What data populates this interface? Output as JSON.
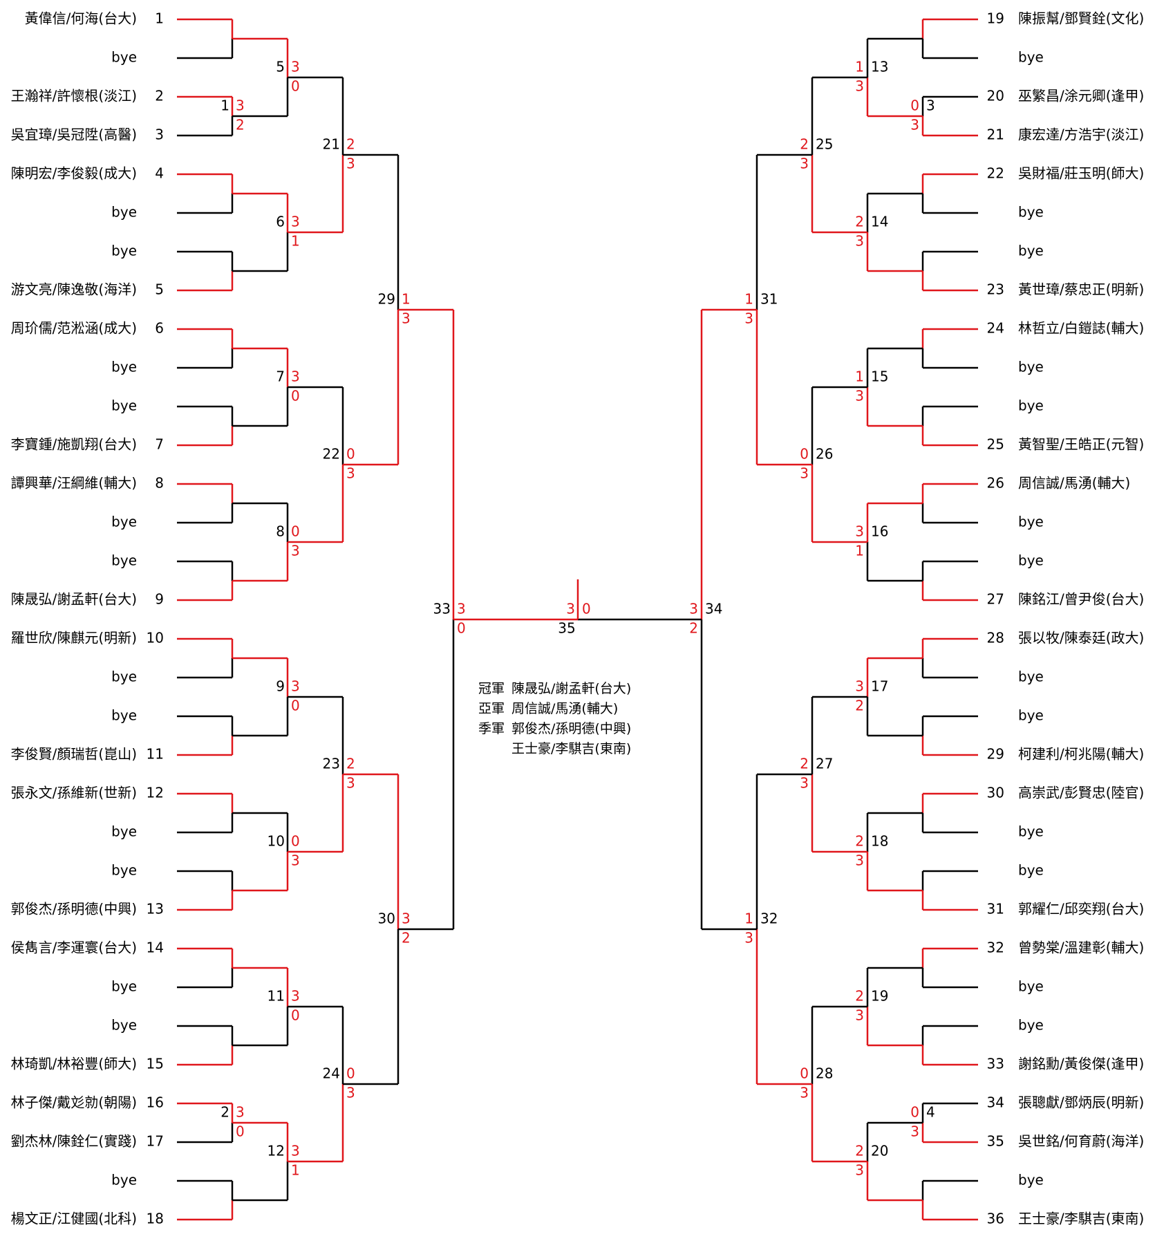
{
  "colors": {
    "winner_line": "#e0161b",
    "line": "#000000",
    "winner_score": "#e0161b",
    "loser_score": "#e0161b",
    "text": "#000000"
  },
  "left_players": [
    {
      "seed": "1",
      "name": "黃偉信/何海(台大)"
    },
    {
      "seed": "",
      "name": "bye"
    },
    {
      "seed": "2",
      "name": "王瀚祥/許懷根(淡江)"
    },
    {
      "seed": "3",
      "name": "吳宜璋/吳冠陞(高醫)"
    },
    {
      "seed": "4",
      "name": "陳明宏/李俊毅(成大)"
    },
    {
      "seed": "",
      "name": "bye"
    },
    {
      "seed": "",
      "name": "bye"
    },
    {
      "seed": "5",
      "name": "游文亮/陳逸敬(海洋)"
    },
    {
      "seed": "6",
      "name": "周玠儒/范淞涵(成大)"
    },
    {
      "seed": "",
      "name": "bye"
    },
    {
      "seed": "",
      "name": "bye"
    },
    {
      "seed": "7",
      "name": "李寶鍾/施凱翔(台大)"
    },
    {
      "seed": "8",
      "name": "譚興華/汪綱維(輔大)"
    },
    {
      "seed": "",
      "name": "bye"
    },
    {
      "seed": "",
      "name": "bye"
    },
    {
      "seed": "9",
      "name": "陳晟弘/謝孟軒(台大)"
    },
    {
      "seed": "10",
      "name": "羅世欣/陳麒元(明新)"
    },
    {
      "seed": "",
      "name": "bye"
    },
    {
      "seed": "",
      "name": "bye"
    },
    {
      "seed": "11",
      "name": "李俊賢/顏瑞哲(崑山)"
    },
    {
      "seed": "12",
      "name": "張永文/孫維新(世新)"
    },
    {
      "seed": "",
      "name": "bye"
    },
    {
      "seed": "",
      "name": "bye"
    },
    {
      "seed": "13",
      "name": "郭俊杰/孫明德(中興)"
    },
    {
      "seed": "14",
      "name": "侯雋言/李運寰(台大)"
    },
    {
      "seed": "",
      "name": "bye"
    },
    {
      "seed": "",
      "name": "bye"
    },
    {
      "seed": "15",
      "name": "林琦凱/林裕豐(師大)"
    },
    {
      "seed": "16",
      "name": "林子傑/戴彣勍(朝陽)"
    },
    {
      "seed": "17",
      "name": "劉杰林/陳銓仁(實踐)"
    },
    {
      "seed": "",
      "name": "bye"
    },
    {
      "seed": "18",
      "name": "楊文正/江健國(北科)"
    }
  ],
  "right_players": [
    {
      "seed": "19",
      "name": "陳振幫/鄧賢銓(文化)"
    },
    {
      "seed": "",
      "name": "bye"
    },
    {
      "seed": "20",
      "name": "巫繁昌/涂元卿(逢甲)"
    },
    {
      "seed": "21",
      "name": "康宏達/方浩宇(淡江)"
    },
    {
      "seed": "22",
      "name": "吳財福/莊玉明(師大)"
    },
    {
      "seed": "",
      "name": "bye"
    },
    {
      "seed": "",
      "name": "bye"
    },
    {
      "seed": "23",
      "name": "黃世璋/蔡忠正(明新)"
    },
    {
      "seed": "24",
      "name": "林哲立/白鎧誌(輔大)"
    },
    {
      "seed": "",
      "name": "bye"
    },
    {
      "seed": "",
      "name": "bye"
    },
    {
      "seed": "25",
      "name": "黃智聖/王皓正(元智)"
    },
    {
      "seed": "26",
      "name": "周信誠/馬湧(輔大)"
    },
    {
      "seed": "",
      "name": "bye"
    },
    {
      "seed": "",
      "name": "bye"
    },
    {
      "seed": "27",
      "name": "陳銘江/曾尹俊(台大)"
    },
    {
      "seed": "28",
      "name": "張以牧/陳泰廷(政大)"
    },
    {
      "seed": "",
      "name": "bye"
    },
    {
      "seed": "",
      "name": "bye"
    },
    {
      "seed": "29",
      "name": "柯建利/柯兆陽(輔大)"
    },
    {
      "seed": "30",
      "name": "高崇武/彭賢忠(陸官)"
    },
    {
      "seed": "",
      "name": "bye"
    },
    {
      "seed": "",
      "name": "bye"
    },
    {
      "seed": "31",
      "name": "郭耀仁/邱奕翔(台大)"
    },
    {
      "seed": "32",
      "name": "曾勢棠/溫建彰(輔大)"
    },
    {
      "seed": "",
      "name": "bye"
    },
    {
      "seed": "",
      "name": "bye"
    },
    {
      "seed": "33",
      "name": "謝銘勳/黃俊傑(逢甲)"
    },
    {
      "seed": "34",
      "name": "張聰獻/鄧炳辰(明新)"
    },
    {
      "seed": "35",
      "name": "吳世銘/何育蔚(海洋)"
    },
    {
      "seed": "",
      "name": "bye"
    },
    {
      "seed": "36",
      "name": "王士豪/李騏吉(東南)"
    }
  ],
  "left_matches": [
    {
      "no": "1",
      "s1": "3",
      "s2": "2"
    },
    {
      "no": "2",
      "s1": "3",
      "s2": "0"
    },
    {
      "no": "5",
      "s1": "3",
      "s2": "0"
    },
    {
      "no": "6",
      "s1": "3",
      "s2": "1"
    },
    {
      "no": "7",
      "s1": "3",
      "s2": "0"
    },
    {
      "no": "8",
      "s1": "0",
      "s2": "3"
    },
    {
      "no": "9",
      "s1": "3",
      "s2": "0"
    },
    {
      "no": "10",
      "s1": "0",
      "s2": "3"
    },
    {
      "no": "11",
      "s1": "3",
      "s2": "0"
    },
    {
      "no": "12",
      "s1": "3",
      "s2": "1"
    },
    {
      "no": "21",
      "s1": "2",
      "s2": "3"
    },
    {
      "no": "22",
      "s1": "0",
      "s2": "3"
    },
    {
      "no": "23",
      "s1": "2",
      "s2": "3"
    },
    {
      "no": "24",
      "s1": "0",
      "s2": "3"
    },
    {
      "no": "29",
      "s1": "1",
      "s2": "3"
    },
    {
      "no": "30",
      "s1": "3",
      "s2": "2"
    },
    {
      "no": "33",
      "s1": "3",
      "s2": "0"
    }
  ],
  "right_matches": [
    {
      "no": "3",
      "s1": "0",
      "s2": "3"
    },
    {
      "no": "4",
      "s1": "0",
      "s2": "3"
    },
    {
      "no": "13",
      "s1": "1",
      "s2": "3"
    },
    {
      "no": "14",
      "s1": "2",
      "s2": "3"
    },
    {
      "no": "15",
      "s1": "1",
      "s2": "3"
    },
    {
      "no": "16",
      "s1": "3",
      "s2": "1"
    },
    {
      "no": "17",
      "s1": "3",
      "s2": "2"
    },
    {
      "no": "18",
      "s1": "2",
      "s2": "3"
    },
    {
      "no": "19",
      "s1": "2",
      "s2": "3"
    },
    {
      "no": "20",
      "s1": "2",
      "s2": "3"
    },
    {
      "no": "25",
      "s1": "2",
      "s2": "3"
    },
    {
      "no": "26",
      "s1": "0",
      "s2": "3"
    },
    {
      "no": "27",
      "s1": "2",
      "s2": "3"
    },
    {
      "no": "28",
      "s1": "0",
      "s2": "3"
    },
    {
      "no": "31",
      "s1": "1",
      "s2": "3"
    },
    {
      "no": "32",
      "s1": "1",
      "s2": "3"
    },
    {
      "no": "34",
      "s1": "3",
      "s2": "2"
    }
  ],
  "final": {
    "no": "35",
    "left_score": "3",
    "right_score": "0"
  },
  "awards": [
    {
      "title": "冠軍",
      "names": "陳晟弘/謝孟軒(台大)"
    },
    {
      "title": "亞軍",
      "names": "周信誠/馬湧(輔大)"
    },
    {
      "title": "季軍",
      "names": "郭俊杰/孫明德(中興)"
    },
    {
      "title": "",
      "names": "王士豪/李騏吉(東南)"
    }
  ]
}
